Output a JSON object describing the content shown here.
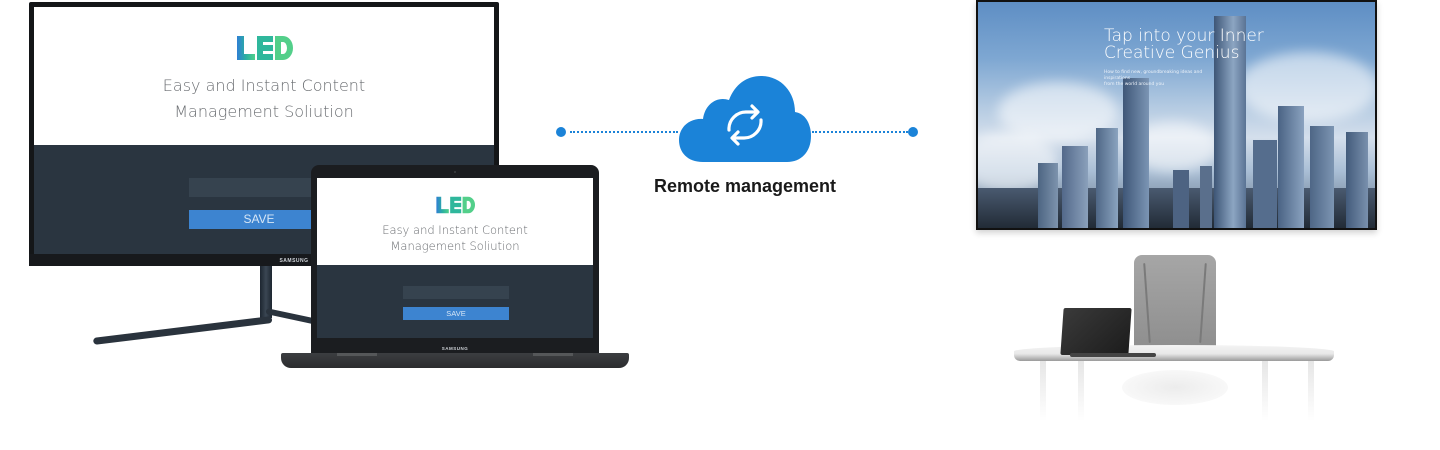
{
  "monitor": {
    "brand": "SAMSUNG",
    "app": {
      "logo_text": "LED",
      "tagline_line1": "Easy and Instant Content",
      "tagline_line2": "Management Soliution",
      "input_value": "",
      "save_label": "SAVE"
    }
  },
  "laptop": {
    "brand": "SAMSUNG",
    "app": {
      "logo_text": "LED",
      "tagline_line1": "Easy and Instant Content",
      "tagline_line2": "Management Soliution",
      "input_value": "",
      "save_label": "SAVE"
    }
  },
  "connection": {
    "icon": "cloud-sync-icon",
    "caption": "Remote management"
  },
  "signage": {
    "headline_line1": "Tap into your Inner",
    "headline_line2": "Creative Genius",
    "subtext_line1": "How to find new, groundbreaking ideas and inspirations",
    "subtext_line2": "from the world around you"
  },
  "colors": {
    "accent_blue": "#1b83d8",
    "save_button": "#3d84d0",
    "app_dark_panel": "#2a3540",
    "logo_blue": "#2f7fd4",
    "logo_green": "#3cbf86"
  }
}
